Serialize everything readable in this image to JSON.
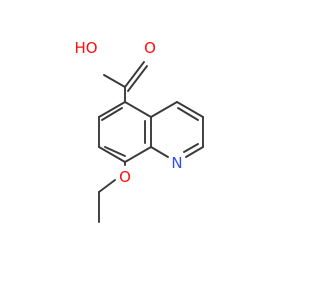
{
  "molecule": {
    "atoms": {
      "hydroxyl_oxygen": "HO",
      "carbonyl_oxygen": "O",
      "ring_nitrogen": "N",
      "ether_oxygen": "O"
    },
    "colors": {
      "bond": "#3a3a3a",
      "oxygen": "#ff0d0d",
      "nitrogen": "#3050f8"
    }
  }
}
